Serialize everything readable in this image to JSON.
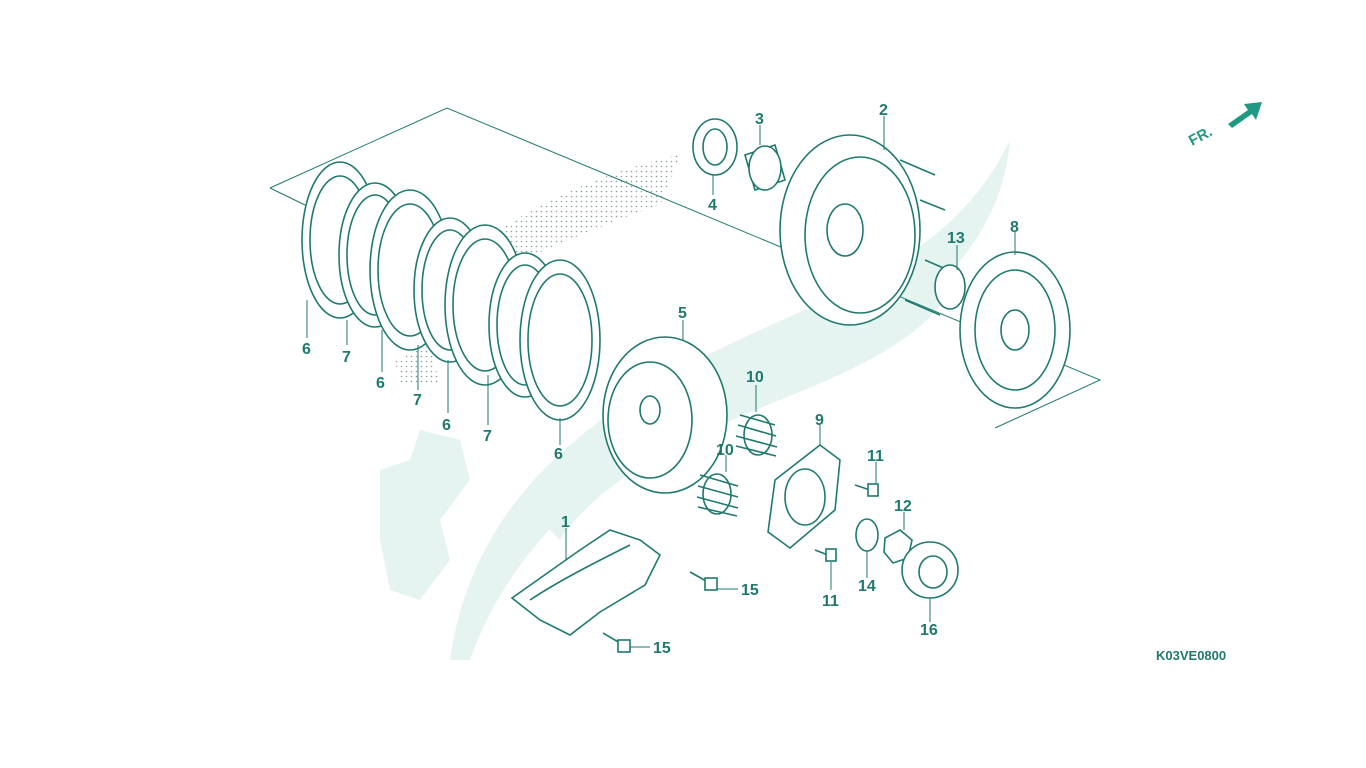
{
  "diagram": {
    "drawing_code": "K03VE0800",
    "front_indicator": "FR.",
    "colors": {
      "line": "#1f7a6d",
      "watermark": "#e6f4f1",
      "accent": "#1f9a82"
    },
    "callouts": [
      "1",
      "2",
      "3",
      "4",
      "5",
      "6",
      "6",
      "6",
      "7",
      "7",
      "7",
      "8",
      "9",
      "10",
      "10",
      "11",
      "11",
      "12",
      "13",
      "14",
      "15",
      "15",
      "16"
    ]
  }
}
